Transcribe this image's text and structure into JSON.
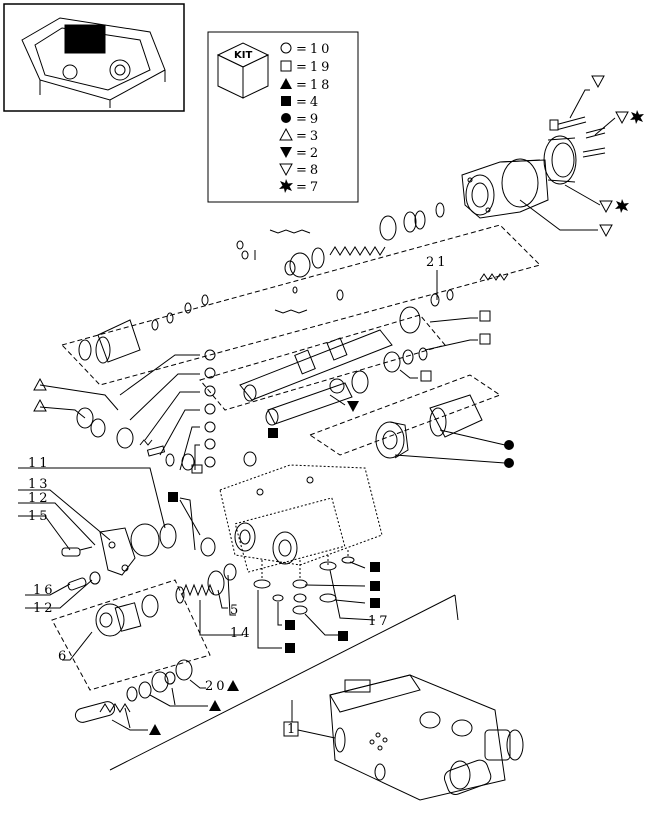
{
  "kit": {
    "badge": "KIT",
    "legend": [
      {
        "symbol": "circle",
        "qty": "=10"
      },
      {
        "symbol": "square",
        "qty": "=19"
      },
      {
        "symbol": "triangle-filled",
        "qty": "=18"
      },
      {
        "symbol": "square-filled",
        "qty": "=4"
      },
      {
        "symbol": "circle-filled",
        "qty": "=9"
      },
      {
        "symbol": "triangle",
        "qty": "=3"
      },
      {
        "symbol": "triangle-down-filled",
        "qty": "=2"
      },
      {
        "symbol": "triangle-down",
        "qty": "=8"
      },
      {
        "symbol": "star-filled",
        "qty": "=7"
      }
    ]
  },
  "callouts": {
    "c11": "11",
    "c13": "13",
    "c12a": "12",
    "c15": "15",
    "c16": "16",
    "c12b": "12",
    "c6": "6",
    "c5": "5",
    "c14": "14",
    "c17": "17",
    "c20": "20",
    "c21": "21",
    "c1": "1"
  }
}
